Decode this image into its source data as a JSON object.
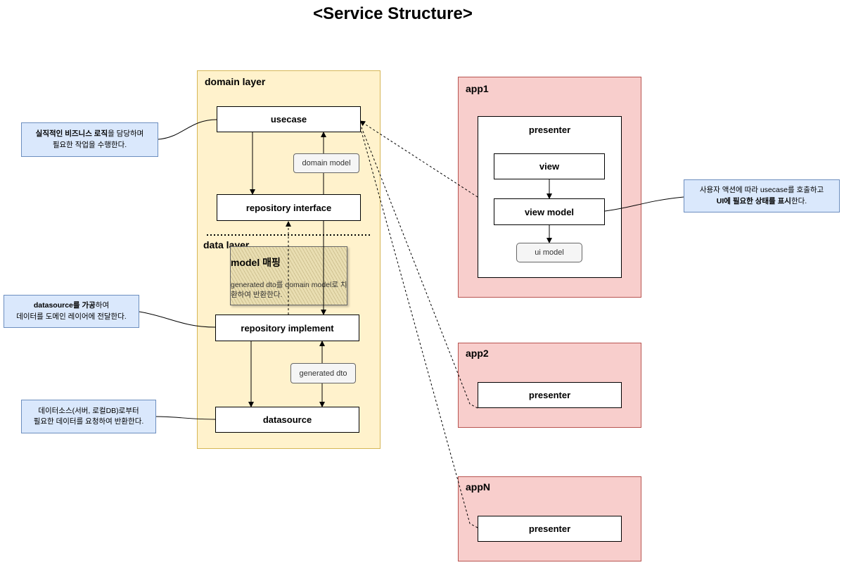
{
  "title": "<Service Structure>",
  "domain_layer": {
    "label": "domain layer",
    "usecase": "usecase",
    "repository_interface": "repository interface",
    "domain_model": "domain model"
  },
  "data_layer": {
    "label": "data layer",
    "repository_implement": "repository implement",
    "datasource": "datasource",
    "generated_dto": "generated dto",
    "mapping_note": {
      "title": "model 매핑",
      "text": "generated dto를 domain model로 치환하여 반환한다."
    }
  },
  "notes": {
    "usecase": {
      "bold": "실직적인 비즈니스 로직",
      "rest_line1": "을 담당하며",
      "line2": "필요한 작업을 수행한다."
    },
    "repository_impl": {
      "bold1": "datasource",
      "mid": "를 ",
      "bold2": "가공",
      "rest_line1": "하여",
      "line2": "데이터를 도메인 레이어에 전달한다."
    },
    "datasource": {
      "line1": "데이터소스(서버, 로컬DB)로부터",
      "line2": "필요한 데이터를 요청하여 반환한다."
    },
    "view_model": {
      "line1": "사용자 액션에 따라 usecase를 호출하고",
      "bold": "UI에 필요한 상태를 표시",
      "rest_line2": "한다."
    }
  },
  "apps": {
    "app1": {
      "label": "app1",
      "presenter": "presenter",
      "view": "view",
      "view_model": "view model",
      "ui_model": "ui model"
    },
    "app2": {
      "label": "app2",
      "presenter": "presenter"
    },
    "appN": {
      "label": "appN",
      "presenter": "presenter"
    }
  },
  "colors": {
    "layer_fill": "#fff2cc",
    "layer_stroke": "#d6b656",
    "app_fill": "#f8cecc",
    "app_stroke": "#b85450",
    "note_fill": "#dae8fc",
    "note_stroke": "#6c8ebf"
  }
}
